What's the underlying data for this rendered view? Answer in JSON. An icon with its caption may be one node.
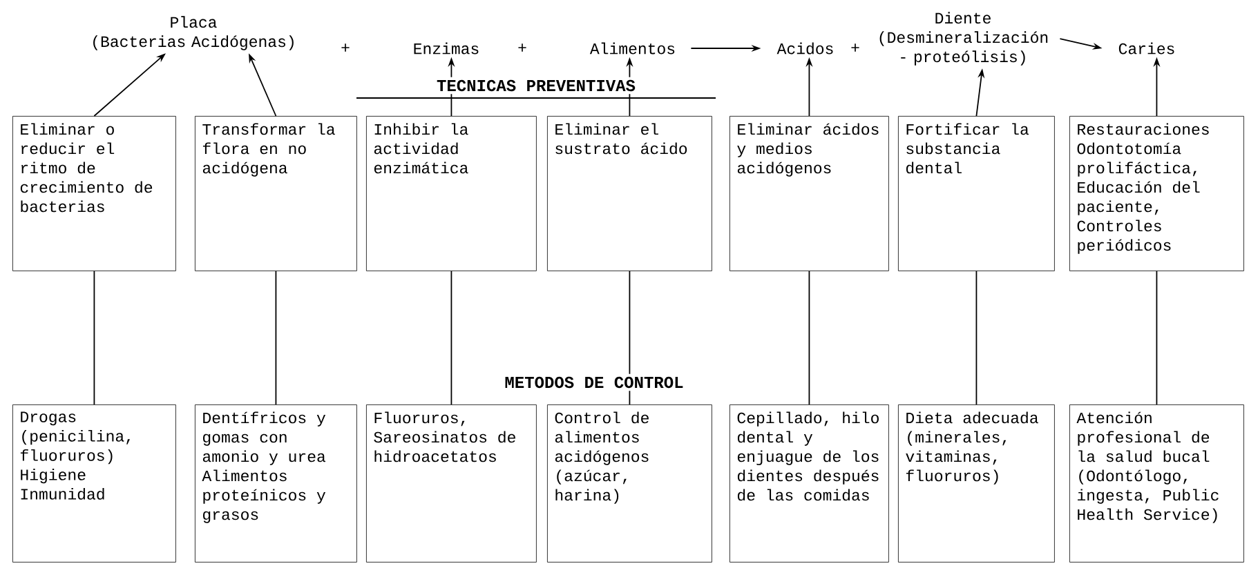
{
  "diagram": {
    "nodes": [
      {
        "text": [
          "Placa",
          "(Bacterias Acidógenas)"
        ]
      },
      {
        "text": [
          "Enzimas"
        ]
      },
      {
        "text": [
          "Alimentos"
        ]
      },
      {
        "text": [
          "Acidos"
        ]
      },
      {
        "text": [
          "Diente",
          "(Desmineralización - proteólisis)"
        ]
      },
      {
        "text": [
          "Caries"
        ]
      },
      {
        "text": [
          "Eliminar o reducir el ritmo de crecimiento de bacterias"
        ]
      },
      {
        "text": [
          "Transformar la flora en no acidógena"
        ]
      },
      {
        "text": [
          "Inhibir la actividad enzimática"
        ]
      },
      {
        "text": [
          "Eliminar el sustrato ácido"
        ]
      },
      {
        "text": [
          "Eliminar ácidos y medios acidógenos"
        ]
      },
      {
        "text": [
          "Fortificar la substancia dental"
        ]
      },
      {
        "text": [
          "Restauraciones Odontotomía prolifáctica, Educación del paciente, Controles periódicos"
        ]
      },
      {
        "text": [
          "Drogas (penicilina, fluoruros) Higiene Inmunidad"
        ]
      },
      {
        "text": [
          "Dentífricos y gomas con amonio y urea Alimentos proteínicos y grasos"
        ]
      },
      {
        "text": [
          "Fluoruros, Sareosinatos de hidroacetatos"
        ]
      },
      {
        "text": [
          "Control de alimentos acidógenos (azúcar, harina)"
        ]
      },
      {
        "text": [
          "Cepillado, hilo dental y enjuague de los dientes después de las comidas"
        ]
      },
      {
        "text": [
          "Dieta adecuada (minerales, vitaminas, fluoruros)"
        ]
      },
      {
        "text": [
          "Atención profesional de la salud bucal (Odontólogo, ingesta, Public Health Service)"
        ]
      }
    ],
    "edges": [
      {
        "from": 2,
        "to": 3,
        "arrow": "to"
      },
      {
        "from": 4,
        "to": 5,
        "arrow": "to"
      },
      {
        "from": 6,
        "to": 0,
        "arrow": "to"
      },
      {
        "from": 7,
        "to": 0,
        "arrow": "to"
      },
      {
        "from": 8,
        "to": 1,
        "arrow": "to"
      },
      {
        "from": 9,
        "to": 2,
        "arrow": "to"
      },
      {
        "from": 10,
        "to": 3,
        "arrow": "to"
      },
      {
        "from": 11,
        "to": 4,
        "arrow": "to"
      },
      {
        "from": 12,
        "to": 5,
        "arrow": "to"
      },
      {
        "from": 6,
        "to": 13,
        "arrow": "none"
      },
      {
        "from": 7,
        "to": 14,
        "arrow": "none"
      },
      {
        "from": 8,
        "to": 15,
        "arrow": "none"
      },
      {
        "from": 9,
        "to": 16,
        "arrow": "none"
      },
      {
        "from": 10,
        "to": 17,
        "arrow": "none"
      },
      {
        "from": 11,
        "to": 18,
        "arrow": "none"
      },
      {
        "from": 12,
        "to": 19,
        "arrow": "none"
      }
    ],
    "labels": [
      "+",
      "+",
      "+",
      "TECNICAS PREVENTIVAS",
      "METODOS DE CONTROL"
    ]
  }
}
